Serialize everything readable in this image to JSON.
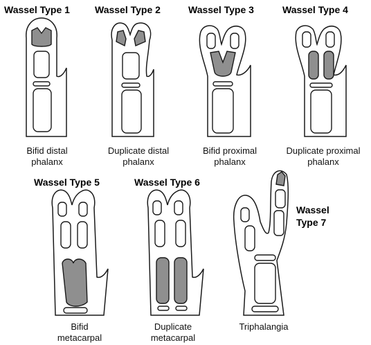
{
  "types": [
    {
      "title": "Wassel Type 1",
      "caption_line1": "Bifid distal",
      "caption_line2": "phalanx"
    },
    {
      "title": "Wassel Type 2",
      "caption_line1": "Duplicate distal",
      "caption_line2": "phalanx"
    },
    {
      "title": "Wassel Type 3",
      "caption_line1": "Bifid proximal",
      "caption_line2": "phalanx"
    },
    {
      "title": "Wassel Type 4",
      "caption_line1": "Duplicate proximal",
      "caption_line2": "phalanx"
    },
    {
      "title": "Wassel Type 5",
      "caption_line1": "Bifid",
      "caption_line2": "metacarpal"
    },
    {
      "title": "Wassel Type 6",
      "caption_line1": "Duplicate",
      "caption_line2": "metacarpal"
    },
    {
      "title_line1": "Wassel",
      "title_line2": "Type 7",
      "caption_line1": "Triphalangia"
    }
  ],
  "colors": {
    "shaded_bone": "#8f8f8f",
    "outline": "#1a1a1a"
  }
}
